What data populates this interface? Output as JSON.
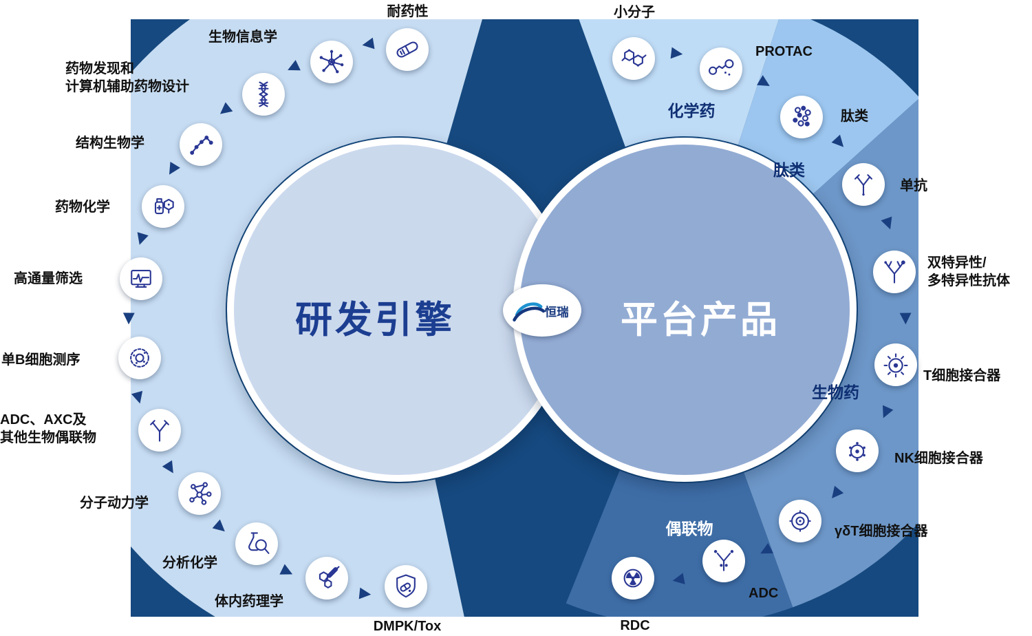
{
  "logo": {
    "text": "恒瑞"
  },
  "left_circle": {
    "title": "研发引擎",
    "nodes": [
      {
        "label": "耐药性",
        "icon": "pill-icon"
      },
      {
        "label": "生物信息学",
        "icon": "network-icon"
      },
      {
        "label": "药物发现和\n计算机辅助药物设计",
        "icon": "dna-icon"
      },
      {
        "label": "结构生物学",
        "icon": "protein-chain-icon"
      },
      {
        "label": "药物化学",
        "icon": "chemistry-flask-icon"
      },
      {
        "label": "高通量筛选",
        "icon": "screening-machine-icon"
      },
      {
        "label": "单B细胞测序",
        "icon": "cell-icon"
      },
      {
        "label": "ADC、AXC及\n其他生物偶联物",
        "icon": "antibody-icon"
      },
      {
        "label": "分子动力学",
        "icon": "molecule-network-icon"
      },
      {
        "label": "分析化学",
        "icon": "flask-magnifier-icon"
      },
      {
        "label": "体内药理学",
        "icon": "syringe-molecule-icon"
      },
      {
        "label": "DMPK/Tox",
        "icon": "shield-pill-icon"
      }
    ]
  },
  "right_circle": {
    "title": "平台产品",
    "sector_labels": [
      {
        "label": "化学药"
      },
      {
        "label": "肽类"
      },
      {
        "label": "生物药"
      },
      {
        "label": "偶联物"
      }
    ],
    "nodes": [
      {
        "label": "小分子",
        "icon": "small-molecule-icon"
      },
      {
        "label": "PROTAC",
        "icon": "protac-linker-icon"
      },
      {
        "label": "肽类",
        "icon": "peptide-icon"
      },
      {
        "label": "单抗",
        "icon": "antibody-y-icon"
      },
      {
        "label": "双特异性/\n多特异性抗体",
        "icon": "bispecific-antibody-icon"
      },
      {
        "label": "T细胞接合器",
        "icon": "t-cell-engager-icon"
      },
      {
        "label": "NK细胞接合器",
        "icon": "nk-cell-engager-icon"
      },
      {
        "label": "γδT细胞接合器",
        "icon": "gamma-delta-t-engager-icon"
      },
      {
        "label": "ADC",
        "icon": "adc-icon"
      },
      {
        "label": "RDC",
        "icon": "rdc-icon"
      }
    ]
  },
  "colors": {
    "panel": "#16497F",
    "band_left": "#C6DCF2",
    "sector_chemical": "#BFDCF6",
    "sector_peptide": "#9CC6EF",
    "sector_biologic": "#6D97C8",
    "sector_conjugate": "#3E6DA6",
    "left_circle_fill": "#CBD9ED",
    "right_circle_fill": "#92ABD3",
    "icon_stroke": "#2A3794",
    "arrow": "#1A3F80",
    "title_left": "#1C3E91",
    "title_right": "#FFFFFF",
    "label_dark": "#111111",
    "sector_label_dark": "#0F2F73"
  }
}
